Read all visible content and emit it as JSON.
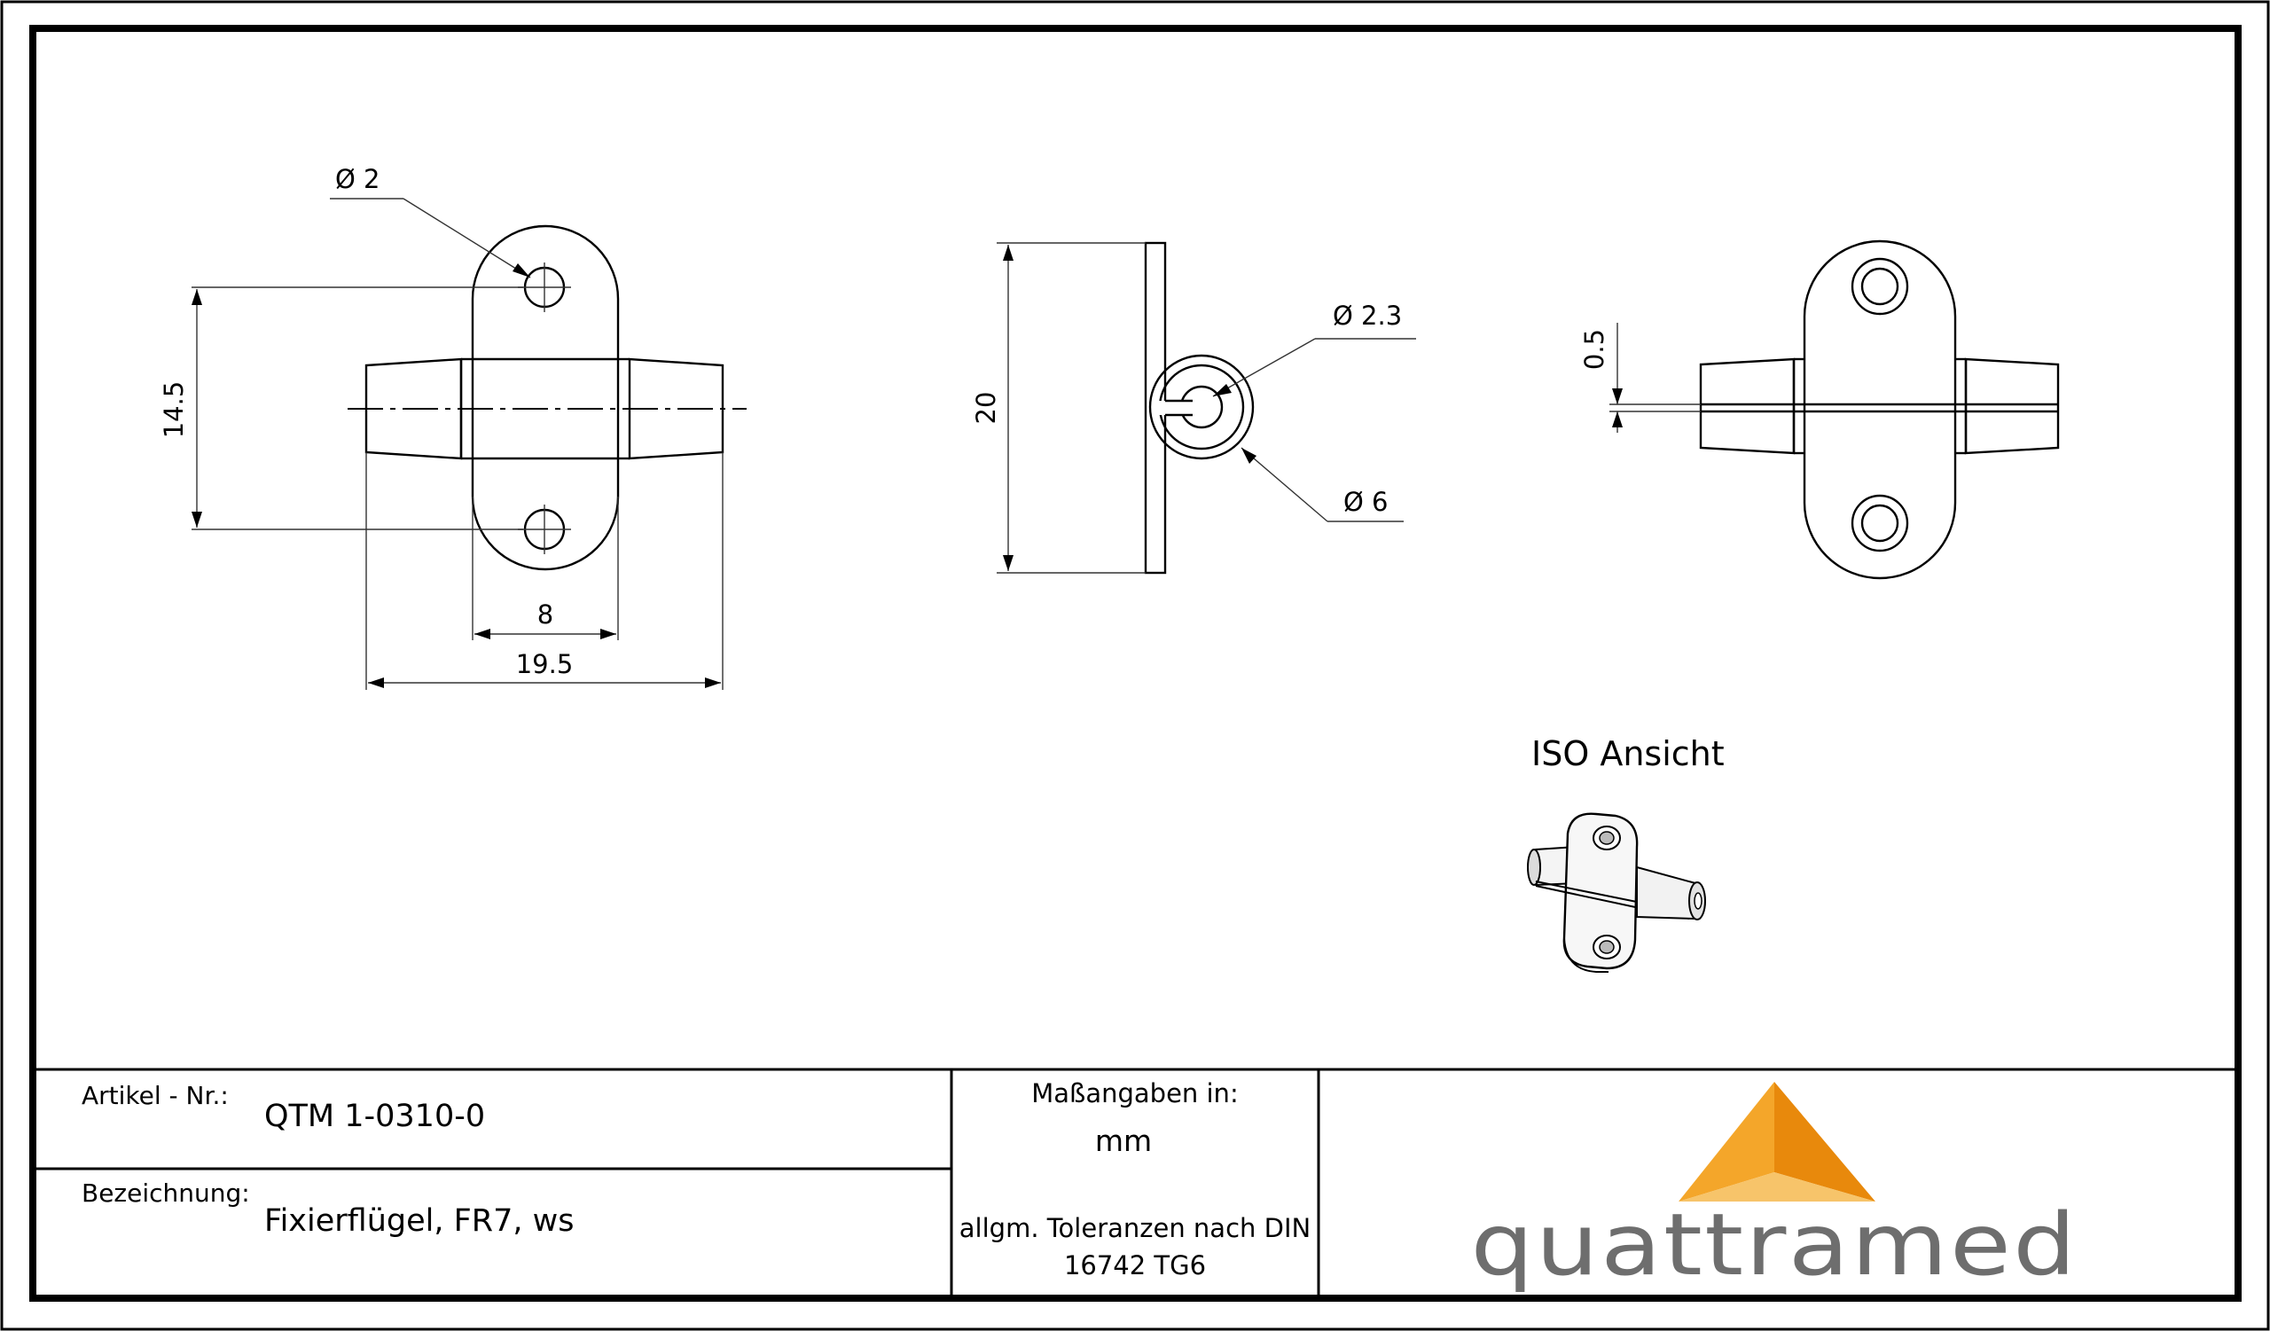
{
  "drawing": {
    "front_view": {
      "hole_diameter_label": "Ø 2",
      "hole_spacing_label": "14.5",
      "body_width_label": "8",
      "overall_width_label": "19.5"
    },
    "side_view": {
      "height_label": "20",
      "inner_diameter_label": "Ø 2.3",
      "outer_diameter_label": "Ø 6"
    },
    "top_view": {
      "slot_label": "0.5"
    },
    "iso_view": {
      "title": "ISO Ansicht"
    }
  },
  "title_block": {
    "article_number": {
      "label": "Artikel - Nr.:",
      "value": "QTM 1-0310-0"
    },
    "designation": {
      "label": "Bezeichnung:",
      "value": "Fixierflügel, FR7, ws"
    },
    "units": {
      "label": "Maßangaben in:",
      "value": "mm"
    },
    "tolerance": {
      "line1": "allgm. Toleranzen nach DIN",
      "line2": "16742 TG6"
    },
    "logo": {
      "text": "quattramed",
      "colors": {
        "light": "#F7C46A",
        "mid": "#F4A62A",
        "dark": "#E8890C",
        "text": "#6E6E6E"
      }
    }
  }
}
